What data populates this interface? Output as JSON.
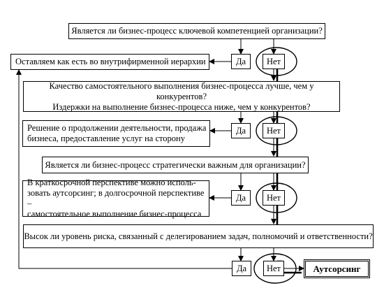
{
  "questions": {
    "q1": "Является ли бизнес-процесс ключевой компетенцией организации?",
    "q2_line1": "Качество самостоятельного выполнения бизнес-процесса лучше, чем у конкурентов?",
    "q2_line2": "Издержки на выполнение бизнес-процесса ниже, чем у конкурентов?",
    "q3": "Является ли бизнес-процесс стратегически важным для организации?",
    "q4": "Высок ли уровень риска, связанный с делегированием задач, полномочий и ответственности?"
  },
  "decisions": {
    "d1": "Оставляем как есть во внутрифирменной иерархии",
    "d2": "Решение о продолжении деятельности, продажа\nбизнеса, предоставление услуг на сторону",
    "d3": "В краткосрочной перспективе можно исполь-\nзовать аутсорсинг; в долгосрочной перспективе –\nсамостоятельное выполнение бизнес-процесса"
  },
  "answers": {
    "yes": "Да",
    "no": "Нет"
  },
  "result": "Аутсорсинг"
}
